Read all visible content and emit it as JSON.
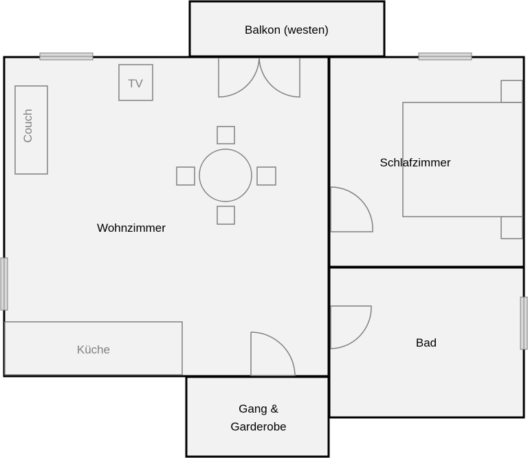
{
  "rooms": {
    "balkon": "Balkon (westen)",
    "wohnzimmer": "Wohnzimmer",
    "schlafzimmer": "Schlafzimmer",
    "bad": "Bad",
    "gang_line1": "Gang &",
    "gang_line2": "Garderobe"
  },
  "furniture": {
    "tv": "TV",
    "couch": "Couch",
    "kueche": "Küche"
  },
  "colors": {
    "room_fill": "#f2f2f2",
    "wall": "#000000",
    "furniture_outline": "#808080"
  }
}
